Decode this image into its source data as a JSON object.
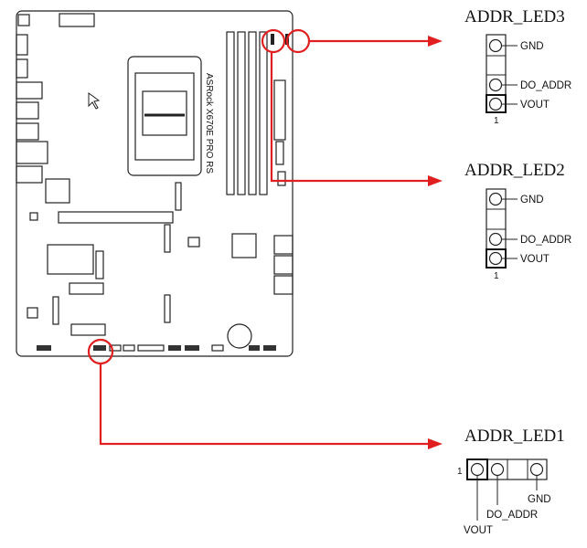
{
  "board": {
    "brand_logo": "ASRock",
    "model": "X670E PRO RS"
  },
  "headers": [
    {
      "title": "ADDR_LED3",
      "pins": [
        "GND",
        "DO_ADDR",
        "VOUT"
      ],
      "pin1_label": "1"
    },
    {
      "title": "ADDR_LED2",
      "pins": [
        "GND",
        "DO_ADDR",
        "VOUT"
      ],
      "pin1_label": "1"
    },
    {
      "title": "ADDR_LED1",
      "pins": [
        "GND",
        "DO_ADDR",
        "VOUT"
      ],
      "pin1_label": "1"
    }
  ],
  "colors": {
    "highlight": "#e02020",
    "outline": "#222222"
  }
}
